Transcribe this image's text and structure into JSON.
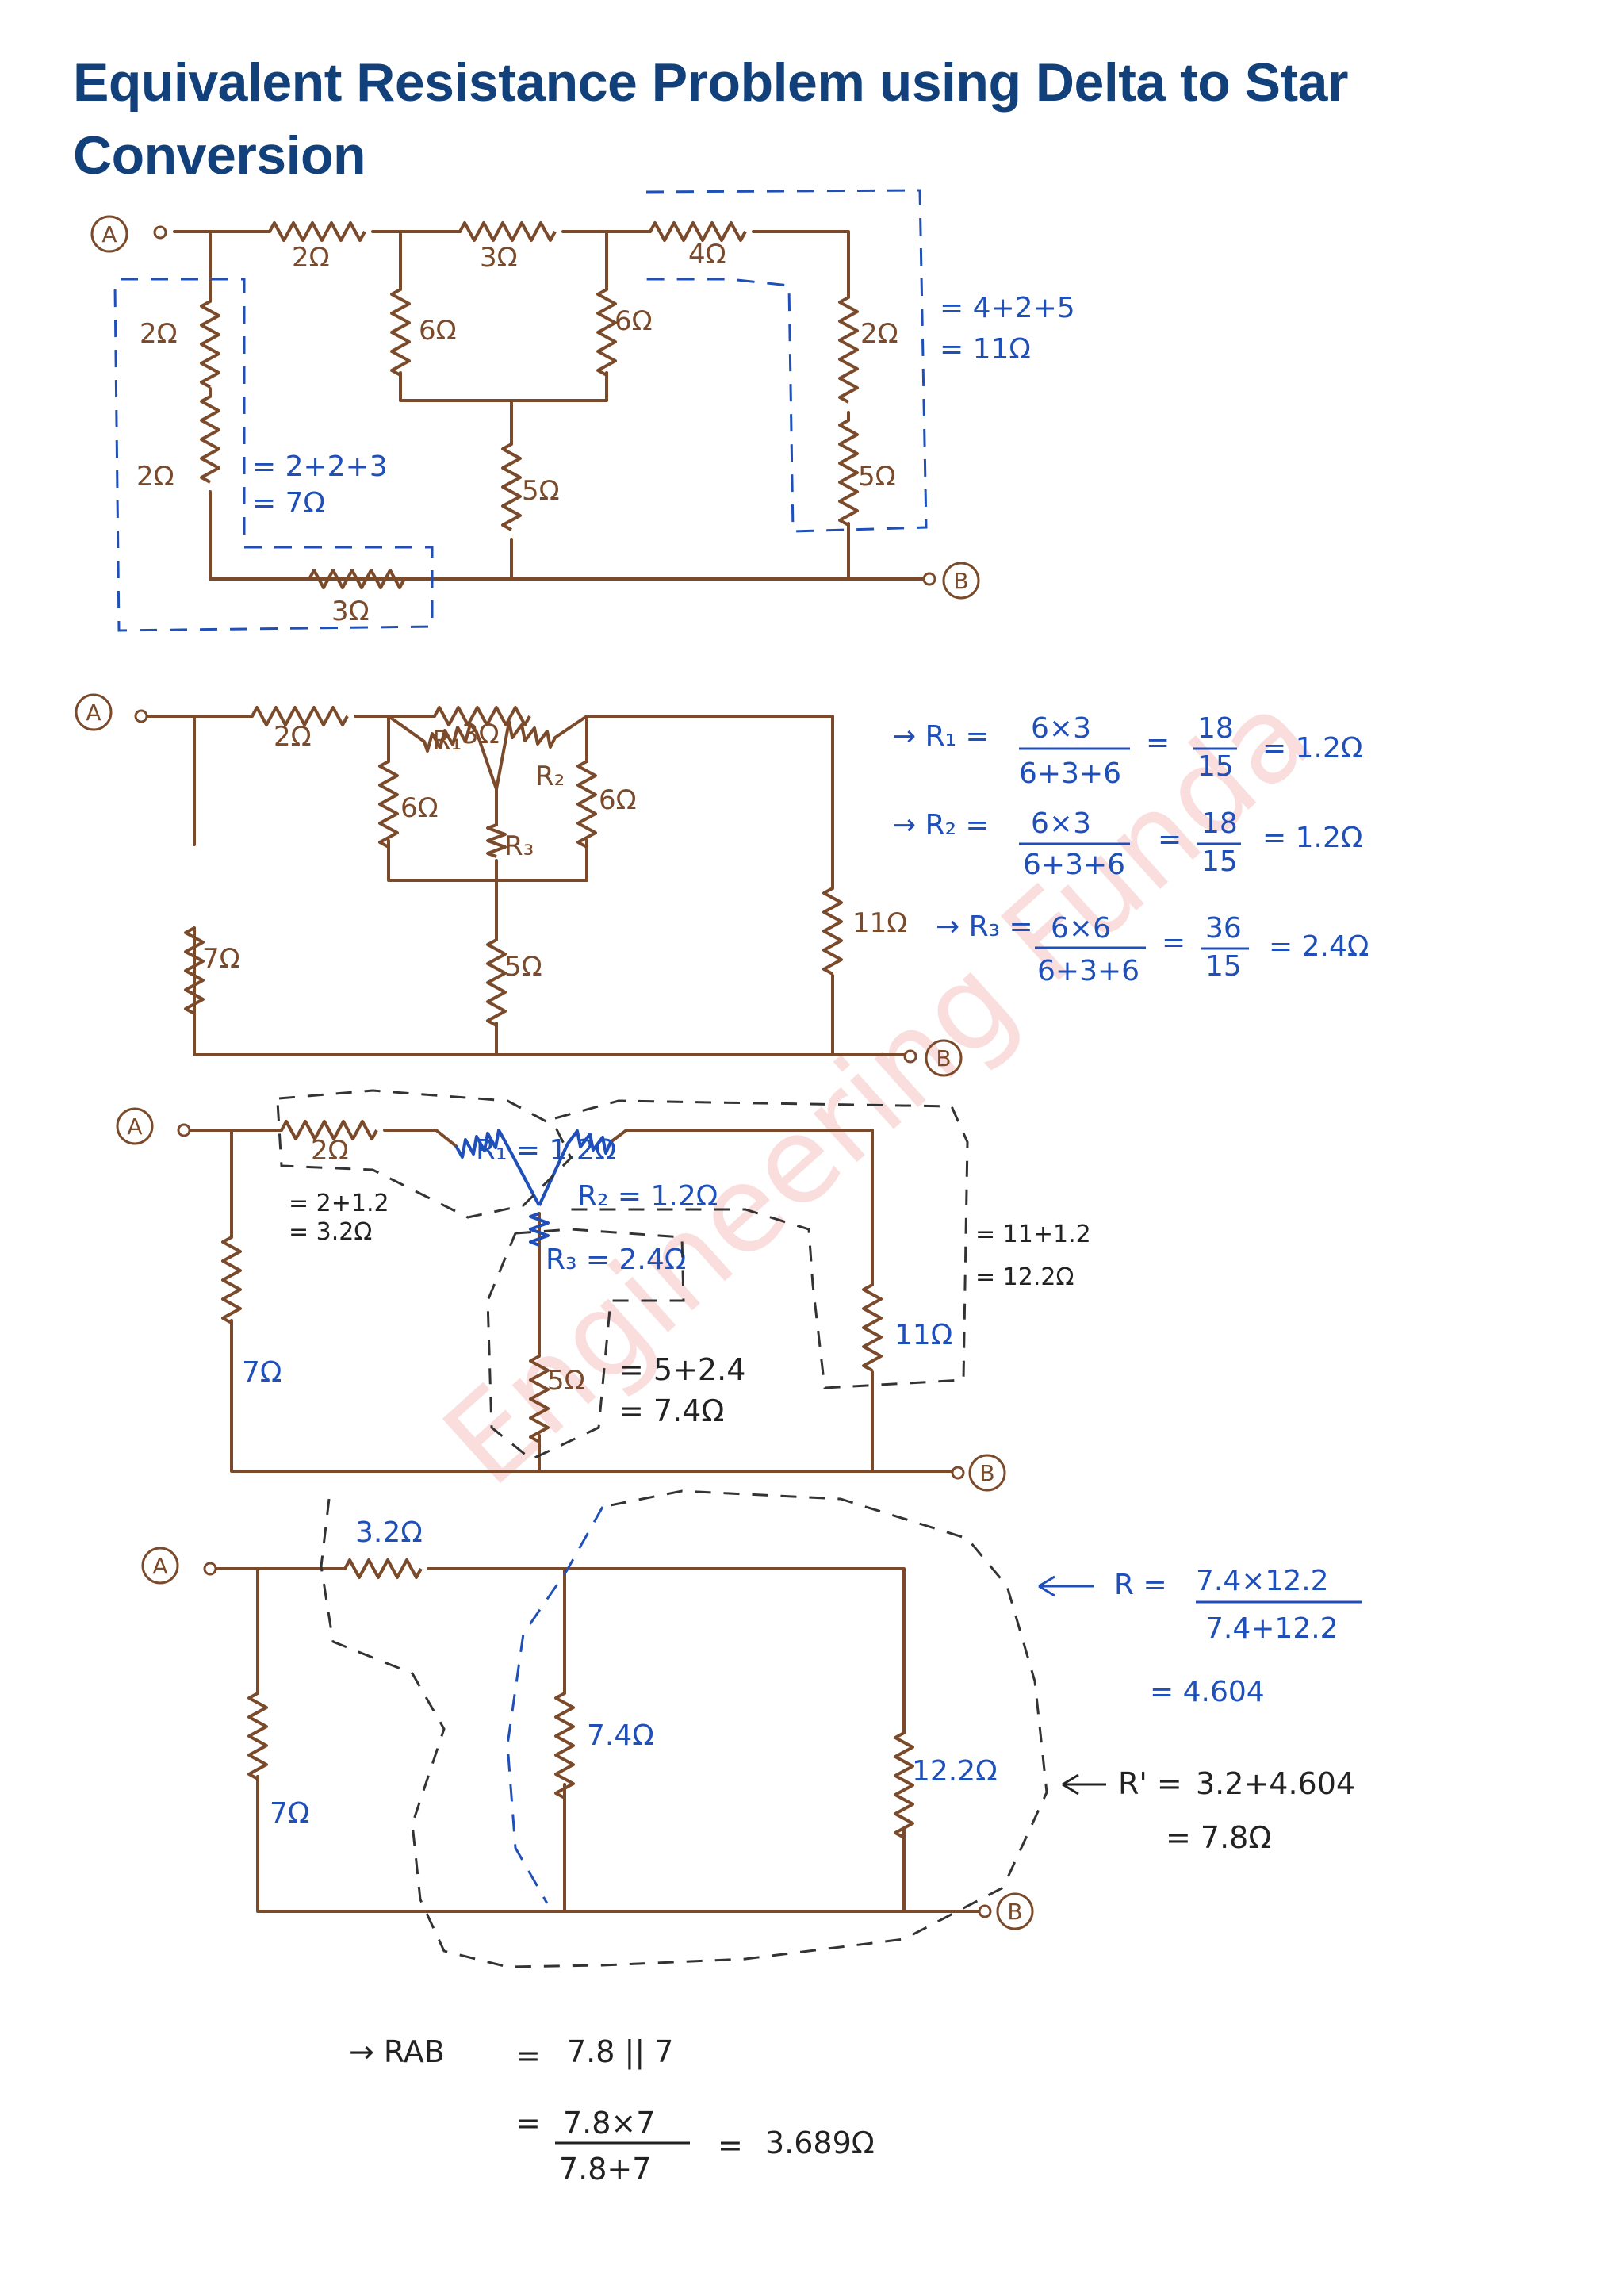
{
  "title": "Equivalent Resistance Problem using Delta to Star Conversion",
  "watermark": "Engineering Funda",
  "nodes": {
    "a": "A",
    "b": "B"
  },
  "step1": {
    "res": {
      "r2a": "2Ω",
      "r3a": "3Ω",
      "r4": "4Ω",
      "r2l1": "2Ω",
      "r2l2": "2Ω",
      "r6a": "6Ω",
      "r6b": "6Ω",
      "r5": "5Ω",
      "r2r": "2Ω",
      "r5r": "5Ω",
      "r3b": "3Ω"
    },
    "notes": {
      "left1": "= 2+2+3",
      "left2": "= 7Ω",
      "right1": "= 4+2+5",
      "right2": "= 11Ω"
    }
  },
  "step2": {
    "res": {
      "r2": "2Ω",
      "r3": "3Ω",
      "r1": "R₁",
      "rr2": "R₂",
      "rr3": "R₃",
      "r6a": "6Ω",
      "r6b": "6Ω",
      "r5": "5Ω",
      "r7": "7Ω",
      "r11": "11Ω"
    },
    "calc": {
      "r1_lhs": "→ R₁ =",
      "r1_num": "6×3",
      "r1_den": "6+3+6",
      "r1_eq": "=",
      "r1_num2": "18",
      "r1_den2": "15",
      "r1_res": "= 1.2Ω",
      "r2_lhs": "→ R₂ =",
      "r2_num": "6×3",
      "r2_den": "6+3+6",
      "r2_eq": "=",
      "r2_num2": "18",
      "r2_den2": "15",
      "r2_res": "= 1.2Ω",
      "r3_lhs": "→ R₃ =",
      "r3_num": "6×6",
      "r3_den": "6+3+6",
      "r3_eq": "=",
      "r3_num2": "36",
      "r3_den2": "15",
      "r3_res": "= 2.4Ω"
    }
  },
  "step3": {
    "res": {
      "r2": "2Ω",
      "r1": "R₁ = 1.2Ω",
      "rr2": "R₂ = 1.2Ω",
      "rr3": "R₃ = 2.4Ω",
      "r5": "5Ω",
      "r7": "7Ω",
      "r11": "11Ω"
    },
    "notes": {
      "a1": "= 2+1.2",
      "a2": "= 3.2Ω",
      "b1": "= 11+1.2",
      "b2": "= 12.2Ω",
      "c1": "= 5+2.4",
      "c2": "= 7.4Ω"
    }
  },
  "step4": {
    "res": {
      "r32": "3.2Ω",
      "r74": "7.4Ω",
      "r122": "12.2Ω",
      "r7": "7Ω"
    },
    "calc": {
      "r_lhs": "R =",
      "r_num": "7.4×12.2",
      "r_den": "7.4+12.2",
      "r_res": "= 4.604",
      "rp_lhs": "R' =",
      "rp_line": "3.2+4.604",
      "rp_res": "= 7.8Ω"
    }
  },
  "final": {
    "lhs": "→ RAB",
    "eq1": "=",
    "par": "7.8 || 7",
    "eq2": "=",
    "num": "7.8×7",
    "den": "7.8+7",
    "eq3": "=",
    "res": "3.689Ω"
  }
}
